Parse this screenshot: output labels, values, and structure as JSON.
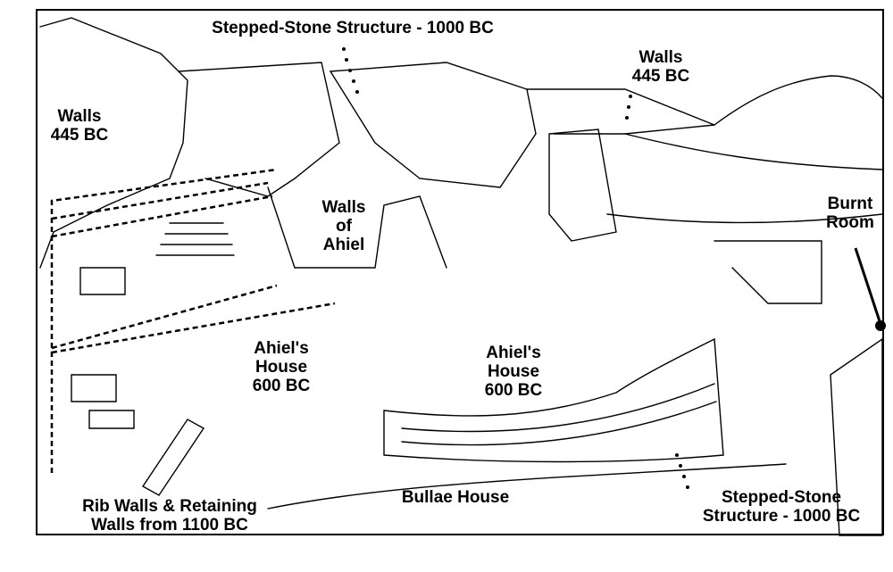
{
  "labels": {
    "stepped_top": "Stepped-Stone Structure - 1000 BC",
    "walls_top_right": "Walls\n445 BC",
    "walls_left": "Walls\n445 BC",
    "walls_of_ahiel": "Walls\nof\nAhiel",
    "burnt_room": "Burnt\nRoom",
    "ahiel_house_left": "Ahiel's\nHouse\n600 BC",
    "ahiel_house_right": "Ahiel's\nHouse\n600 BC",
    "bullae_house": "Bullae House",
    "rib_walls": "Rib Walls & Retaining\nWalls from 1100 BC",
    "stepped_bottom": "Stepped-Stone\nStructure - 1000 BC"
  }
}
